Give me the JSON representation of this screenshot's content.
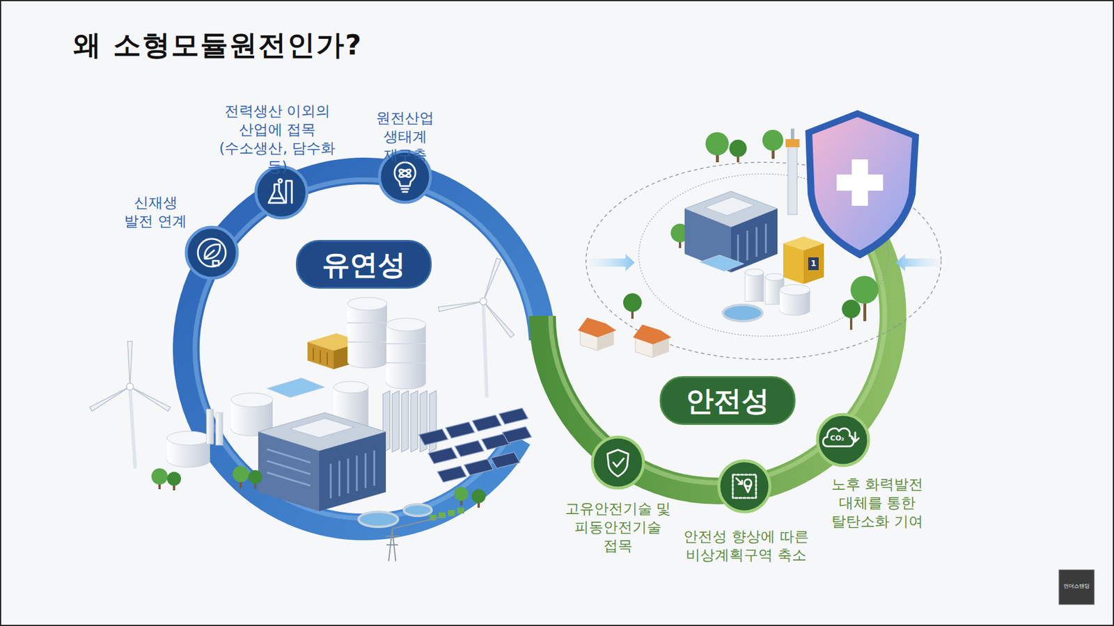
{
  "diagram": {
    "title": "왜 소형모듈원전인가?",
    "nodes": [
      {
        "text": [
          "유연성"
        ]
      },
      {
        "text": [
          "안전성"
        ]
      }
    ],
    "labels": [
      "신재생 발전 연계",
      "전력생산 이외의 산업에 접목 (수소생산, 담수화 등)",
      "원전산업 생태계 재구축",
      "1",
      "고유안전기술 및 피동안전기술 접목",
      "안전성 향상에 따른 비상계획구역 축소",
      "노후 화력발전 대체를 통한 탈탄소화 기여",
      "CO₂",
      "언더스탠딩"
    ]
  }
}
